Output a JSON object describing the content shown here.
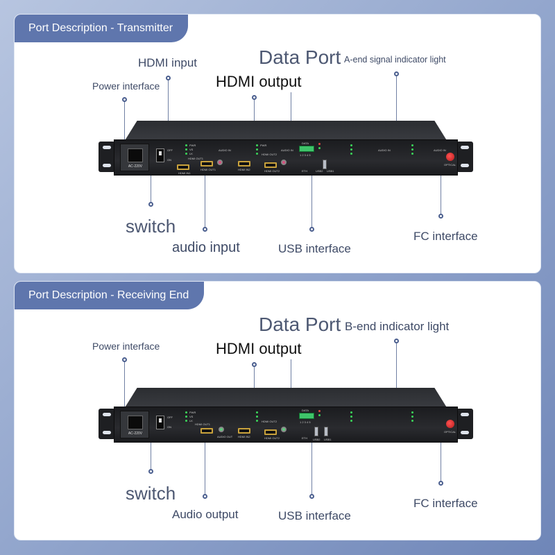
{
  "transmitter": {
    "title": "Port Description - Transmitter",
    "labels": {
      "power_interface": "Power interface",
      "hdmi_input": "HDMI input",
      "hdmi_output": "HDMI output",
      "data_port": "Data Port",
      "a_end_light": "A-end signal indicator light",
      "switch": "switch",
      "audio_input": "audio input",
      "usb_interface": "USB interface",
      "fc_interface": "FC interface"
    },
    "device_text": {
      "ac": "AC-220V",
      "off": "OFF",
      "on": "ON",
      "data": "DATA",
      "pwr": "PWR",
      "vs": "VS",
      "lk": "LK",
      "hdmi_in1": "HDMI IN1",
      "hdmi_in2": "HDMI IN2",
      "hdmi_out1": "HDMI OUT1",
      "hdmi_out2": "HDMI OUT2",
      "audio_in": "AUDIO IN",
      "eth": "ETH",
      "usb2": "USB2",
      "usb1": "USB1",
      "optical": "OPTICAL",
      "terminal_nums": "1 2 3 4 5"
    }
  },
  "receiver": {
    "title": "Port Description - Receiving End",
    "labels": {
      "power_interface": "Power interface",
      "hdmi_output": "HDMI output",
      "data_port": "Data Port",
      "b_end_light": "B-end indicator light",
      "switch": "switch",
      "audio_output": "Audio output",
      "usb_interface": "USB interface",
      "fc_interface": "FC interface"
    },
    "device_text": {
      "ac": "AC-220V",
      "off": "OFF",
      "on": "ON",
      "data": "DATA",
      "pwr": "PWR",
      "vs": "VS",
      "lk": "LK",
      "hdmi_out1": "HDMI OUT1",
      "hdmi_out2": "HDMI OUT2",
      "hdmi_in2": "HDMI IN2",
      "audio_out": "AUDIO OUT",
      "eth": "ETH",
      "usb2": "USB2",
      "usb1": "USB1",
      "optical": "OPTICAL",
      "terminal_nums": "1 2 3 4 5"
    }
  },
  "colors": {
    "tab_bg": "#5f76ad",
    "label_text": "#3e4a66",
    "device_body": "#1b1c1f",
    "fc_port": "#e03a3a"
  }
}
